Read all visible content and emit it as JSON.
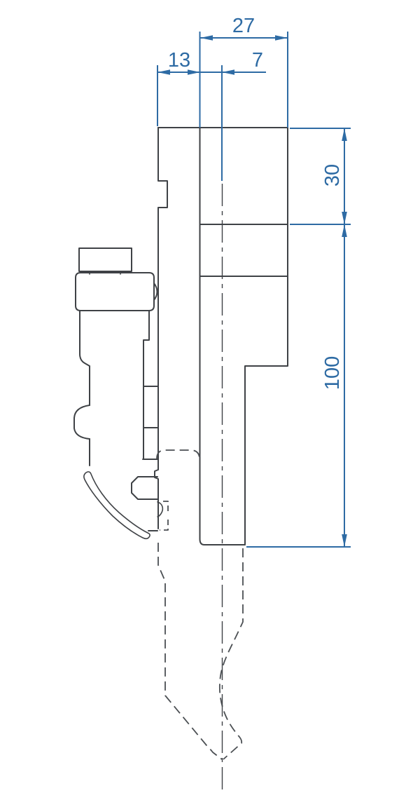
{
  "drawing": {
    "colors": {
      "dimension": "#2e6ba4",
      "outline": "#3f4246",
      "phantom": "#4b4f53",
      "background": "#ffffff"
    },
    "labels": {
      "top_width": "27",
      "left_offset": "13",
      "center_offset": "7",
      "upper_section_height": "30",
      "lower_section_height": "100"
    }
  }
}
